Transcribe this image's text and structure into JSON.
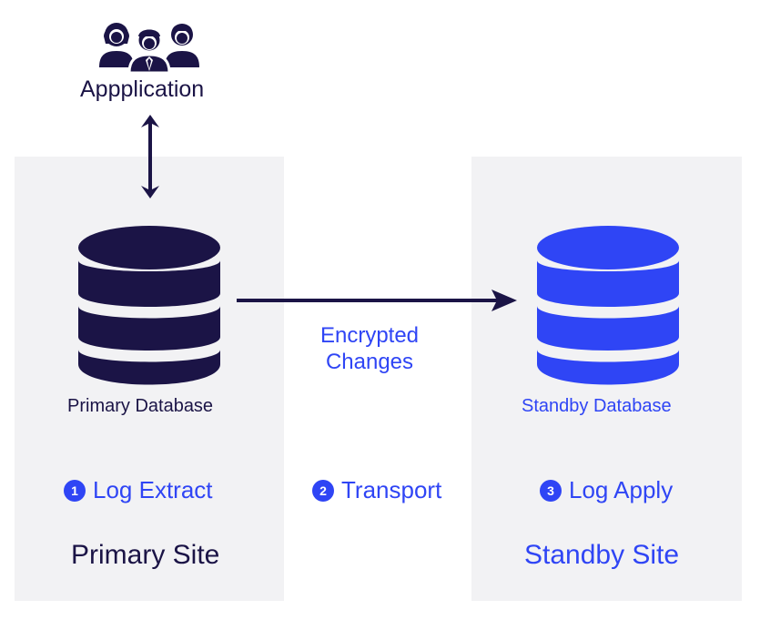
{
  "application": {
    "label": "Appplication",
    "icon": "users-group-icon"
  },
  "primary": {
    "database_label": "Primary Database",
    "site_label": "Primary Site",
    "color": "#1b1446"
  },
  "standby": {
    "database_label": "Standby Database",
    "site_label": "Standby Site",
    "color": "#2f45f5"
  },
  "transfer": {
    "line1": "Encrypted",
    "line2": "Changes"
  },
  "steps": [
    {
      "number": "1",
      "label": "Log Extract"
    },
    {
      "number": "2",
      "label": "Transport"
    },
    {
      "number": "3",
      "label": "Log Apply"
    }
  ],
  "colors": {
    "panel": "#f2f2f4",
    "accent": "#2f45f5",
    "dark": "#1b1446"
  }
}
